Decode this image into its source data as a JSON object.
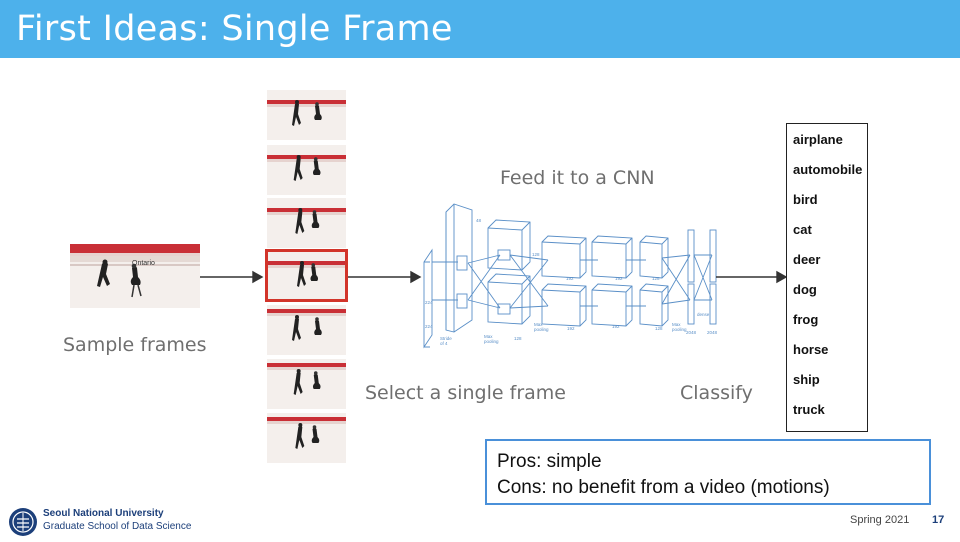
{
  "slide": {
    "title": "First Ideas: Single Frame",
    "labels": {
      "sample_frames": "Sample frames",
      "select_frame": "Select a single frame",
      "feed_cnn": "Feed it to a CNN",
      "classify": "Classify"
    },
    "classes": [
      "airplane",
      "automobile",
      "bird",
      "cat",
      "deer",
      "dog",
      "frog",
      "horse",
      "ship",
      "truck"
    ],
    "pros": "Pros: simple",
    "cons": "Cons: no benefit from a video (motions)",
    "frame_overlay_text": "Ontario"
  },
  "footer": {
    "university": "Seoul National University",
    "school": "Graduate School of Data Science",
    "semester": "Spring 2021",
    "page": "17"
  },
  "colors": {
    "title_bar": "#4db1eb",
    "selected_frame": "#d2342a",
    "pros_border": "#4a90d9",
    "network": "#5a8fc7"
  }
}
